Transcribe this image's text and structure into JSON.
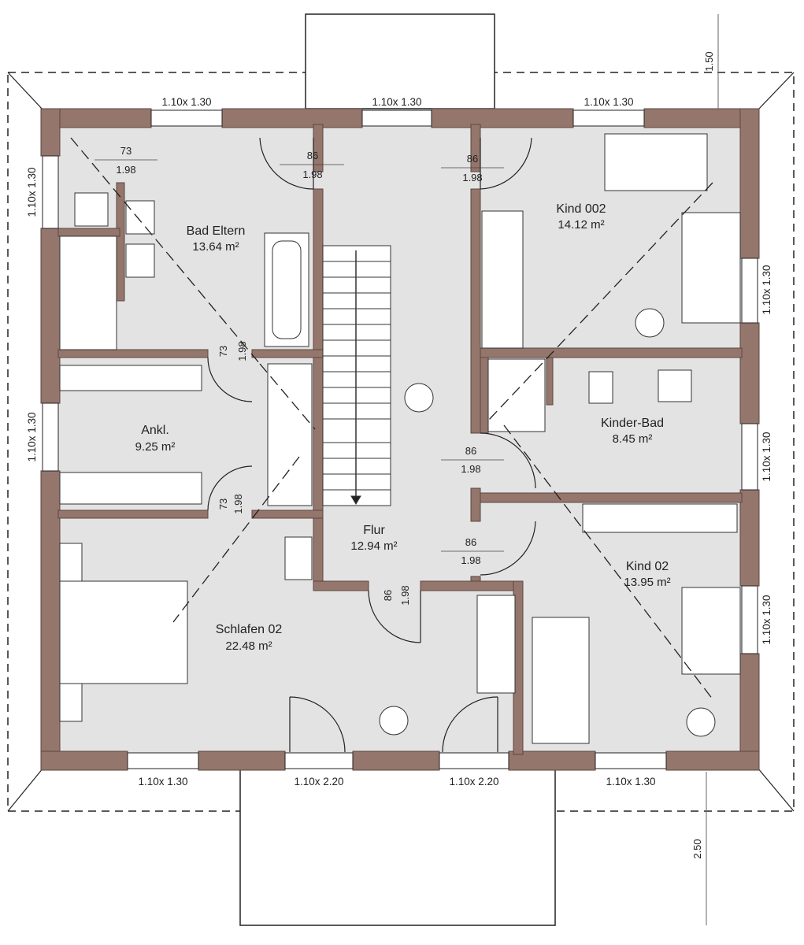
{
  "colors": {
    "wall": "#94766c",
    "wall_stroke": "#5b4740",
    "floor": "#e3e3e3",
    "line": "#1a1a1a"
  },
  "rooms": {
    "bad_eltern": {
      "name": "Bad Eltern",
      "area": "13.64 m²"
    },
    "kind_002": {
      "name": "Kind 002",
      "area": "14.12 m²"
    },
    "ankl": {
      "name": "Ankl.",
      "area": "9.25 m²"
    },
    "kinder_bad": {
      "name": "Kinder-Bad",
      "area": "8.45 m²"
    },
    "flur": {
      "name": "Flur",
      "area": "12.94 m²"
    },
    "kind_02": {
      "name": "Kind 02",
      "area": "13.95 m²"
    },
    "schlafen_02": {
      "name": "Schlafen 02",
      "area": "22.48 m²"
    }
  },
  "windows": {
    "top_left": "1.10x 1.30",
    "top_center": "1.10x 1.30",
    "top_right": "1.10x 1.30",
    "left_upper": "1.10x 1.30",
    "left_lower": "1.10x 1.30",
    "right_upper": "1.10x 1.30",
    "right_middle": "1.10x 1.30",
    "right_lower": "1.10x 1.30",
    "bottom_left": "1.10x 1.30",
    "bottom_door_left": "1.10x 2.20",
    "bottom_door_right": "1.10x 2.20",
    "bottom_right": "1.10x 1.30"
  },
  "doors": {
    "bad_width": "73",
    "bad_height": "1.98",
    "bad2_width": "86",
    "bad2_height": "1.98",
    "kind002_width": "86",
    "kind002_height": "1.98",
    "bad_side_width": "73",
    "bad_side_height": "1.98",
    "ankl_width": "73",
    "ankl_height": "1.98",
    "kinderbad_width": "86",
    "kinderbad_height": "1.98",
    "kind02_width": "86",
    "kind02_height": "1.98",
    "schlafen_width": "86",
    "schlafen_height": "1.98"
  },
  "dimensions": {
    "top_projection": "1.50",
    "bottom_projection": "2.50"
  }
}
